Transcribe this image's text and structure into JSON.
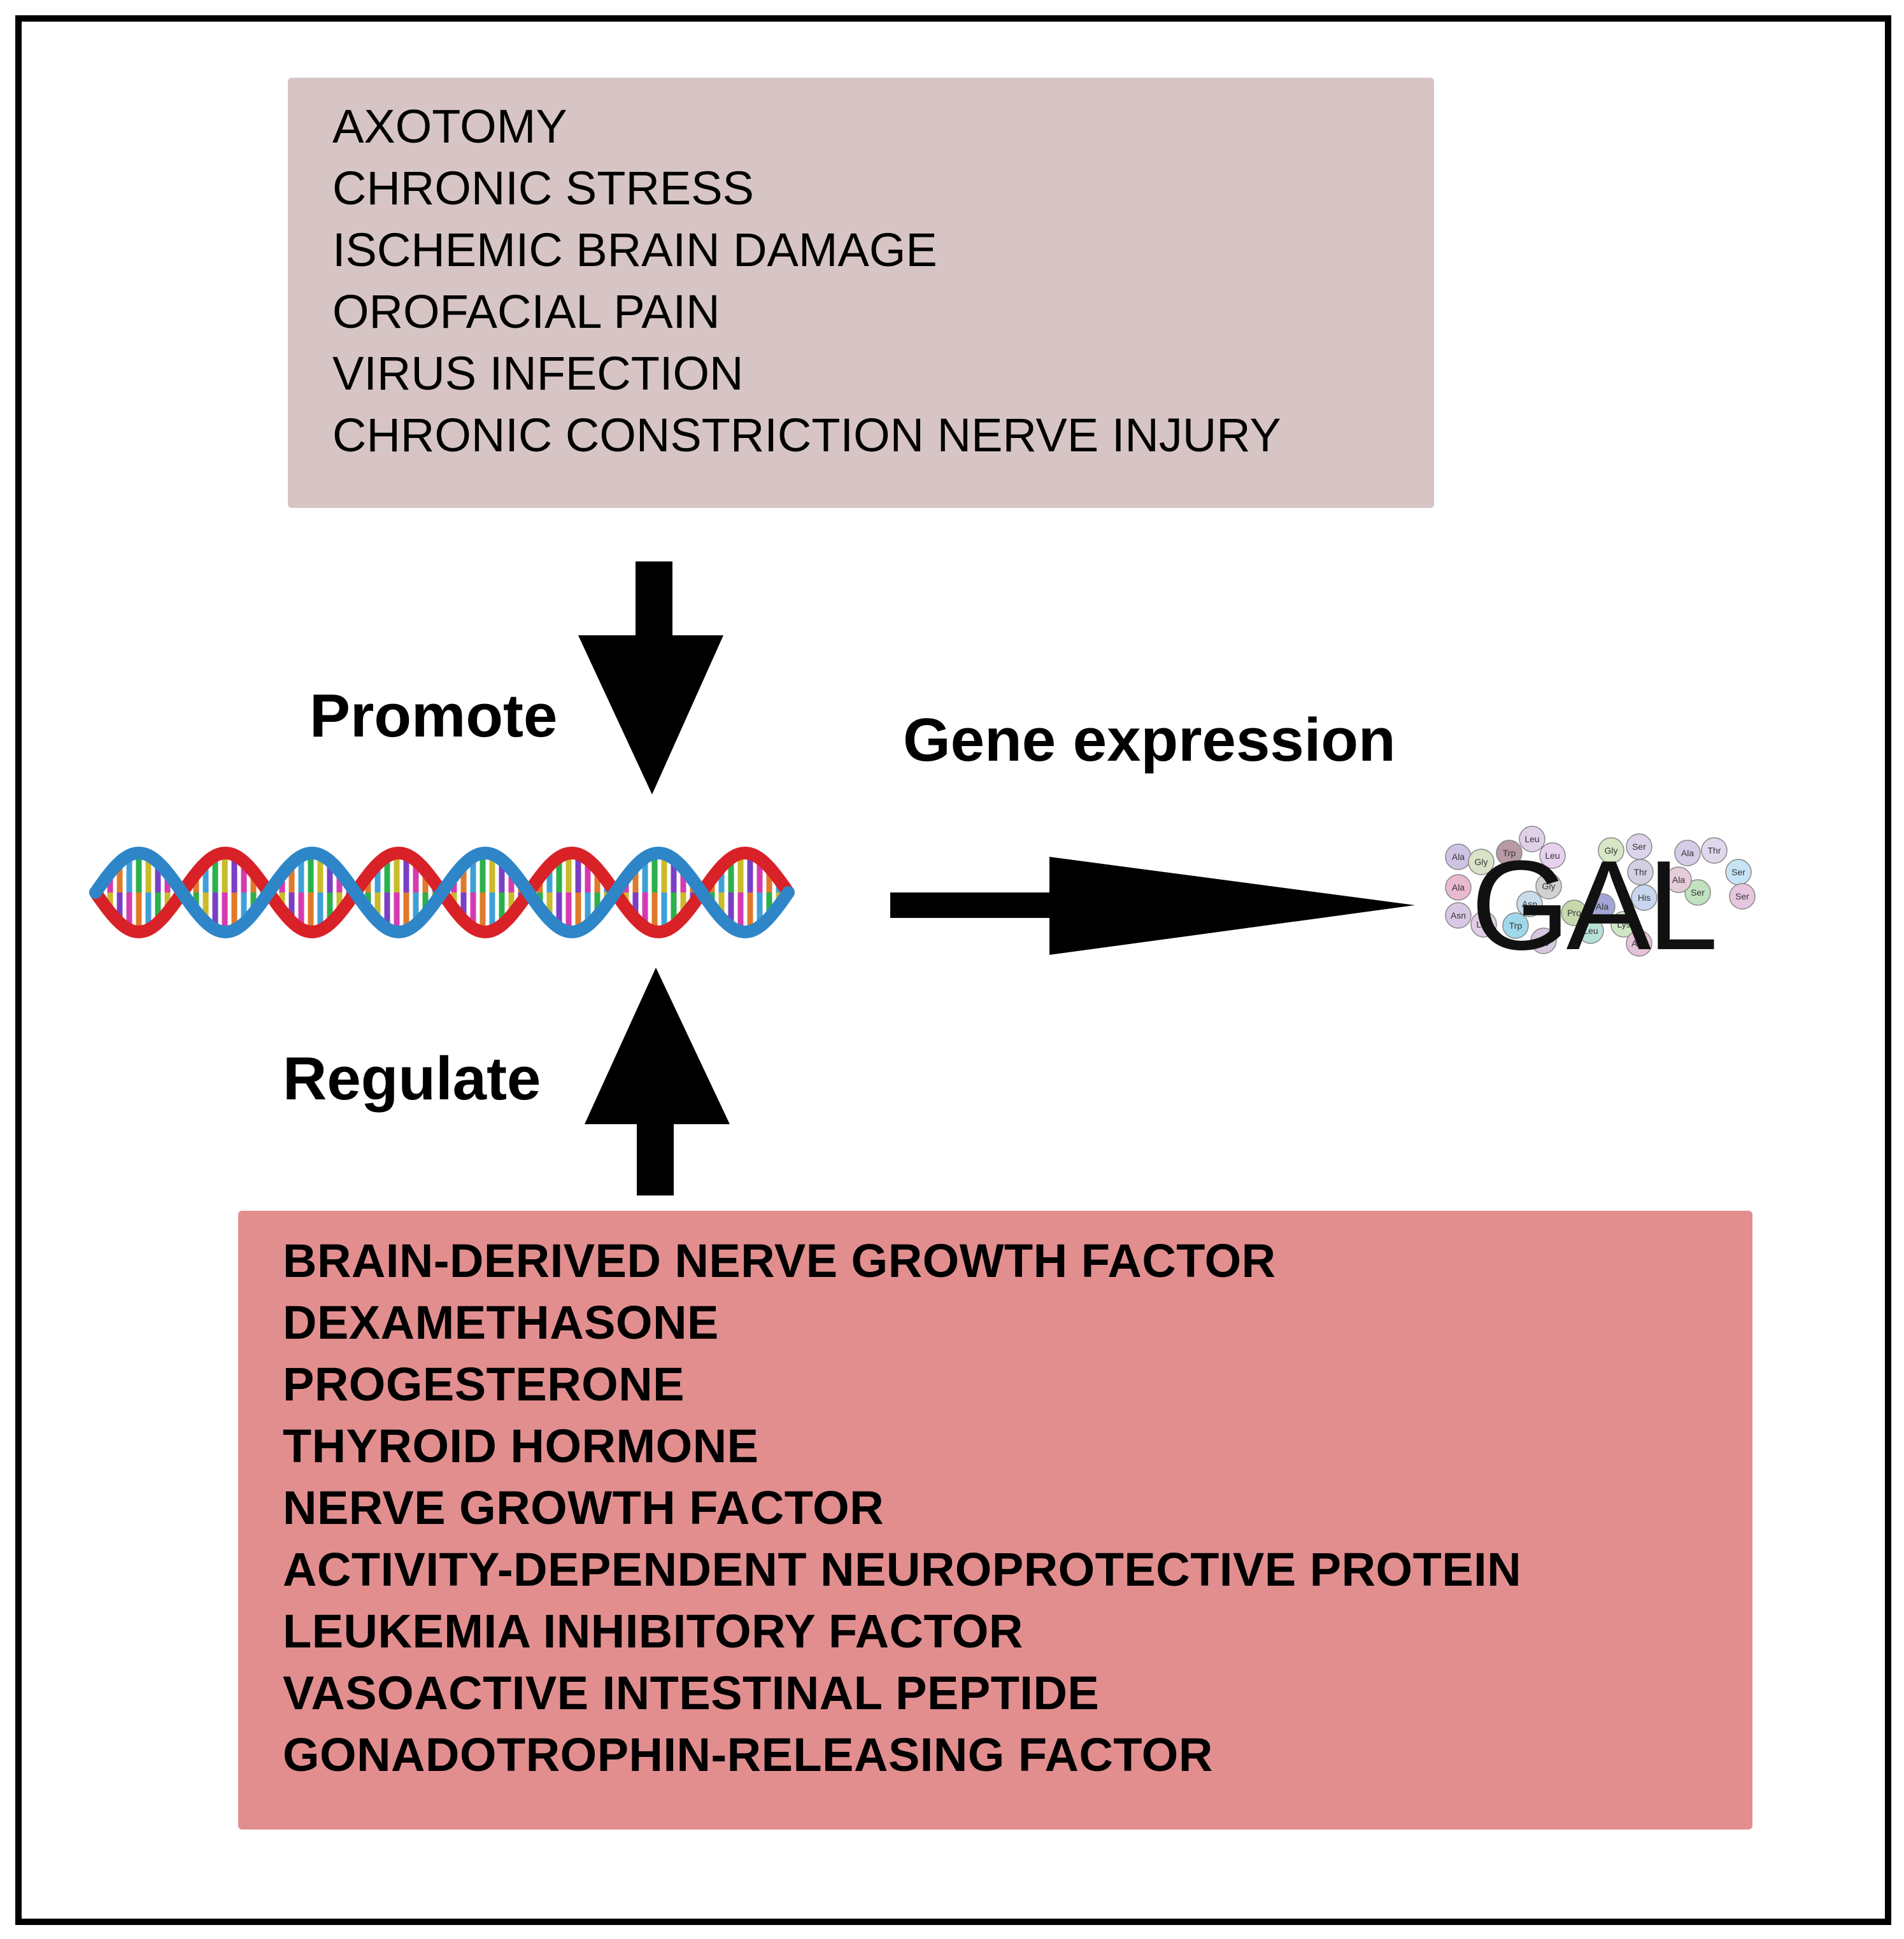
{
  "promote_box": {
    "items": [
      "AXOTOMY",
      "CHRONIC STRESS",
      "ISCHEMIC BRAIN DAMAGE",
      "OROFACIAL PAIN",
      "VIRUS INFECTION",
      "CHRONIC CONSTRICTION NERVE INJURY"
    ],
    "color": "#d7c5c5"
  },
  "regulate_box": {
    "items": [
      "BRAIN-DERIVED NERVE GROWTH FACTOR",
      "DEXAMETHASONE",
      "PROGESTERONE",
      "THYROID HORMONE",
      "NERVE GROWTH FACTOR",
      "ACTIVITY-DEPENDENT NEUROPROTECTIVE PROTEIN",
      "LEUKEMIA INHIBITORY FACTOR",
      "VASOACTIVE INTESTINAL PEPTIDE",
      "GONADOTROPHIN-RELEASING FACTOR"
    ],
    "color": "#e28e8f"
  },
  "labels": {
    "promote": "Promote",
    "regulate": "Regulate",
    "gene_expression": "Gene expression"
  },
  "gal": {
    "title": "GAL",
    "residues": [
      "Ala",
      "Gly",
      "Trp",
      "Leu",
      "Leu",
      "Gly",
      "Asn",
      "Ala",
      "Gly",
      "Ser",
      "Thr",
      "His",
      "Lys",
      "Asp",
      "Leu",
      "Asn",
      "Leu",
      "Trp",
      "Gly",
      "Pro",
      "Ala",
      "Ala",
      "Thr",
      "Ser",
      "Ser",
      "Ser",
      "Ala"
    ]
  },
  "dna_colors": {
    "strand_red": "#d92128",
    "strand_blue": "#2e86c8",
    "rungs": [
      "#2bb04a",
      "#c9bb2a",
      "#7a3fc4",
      "#d63ab0",
      "#e07a2a",
      "#3fa0d8"
    ]
  }
}
